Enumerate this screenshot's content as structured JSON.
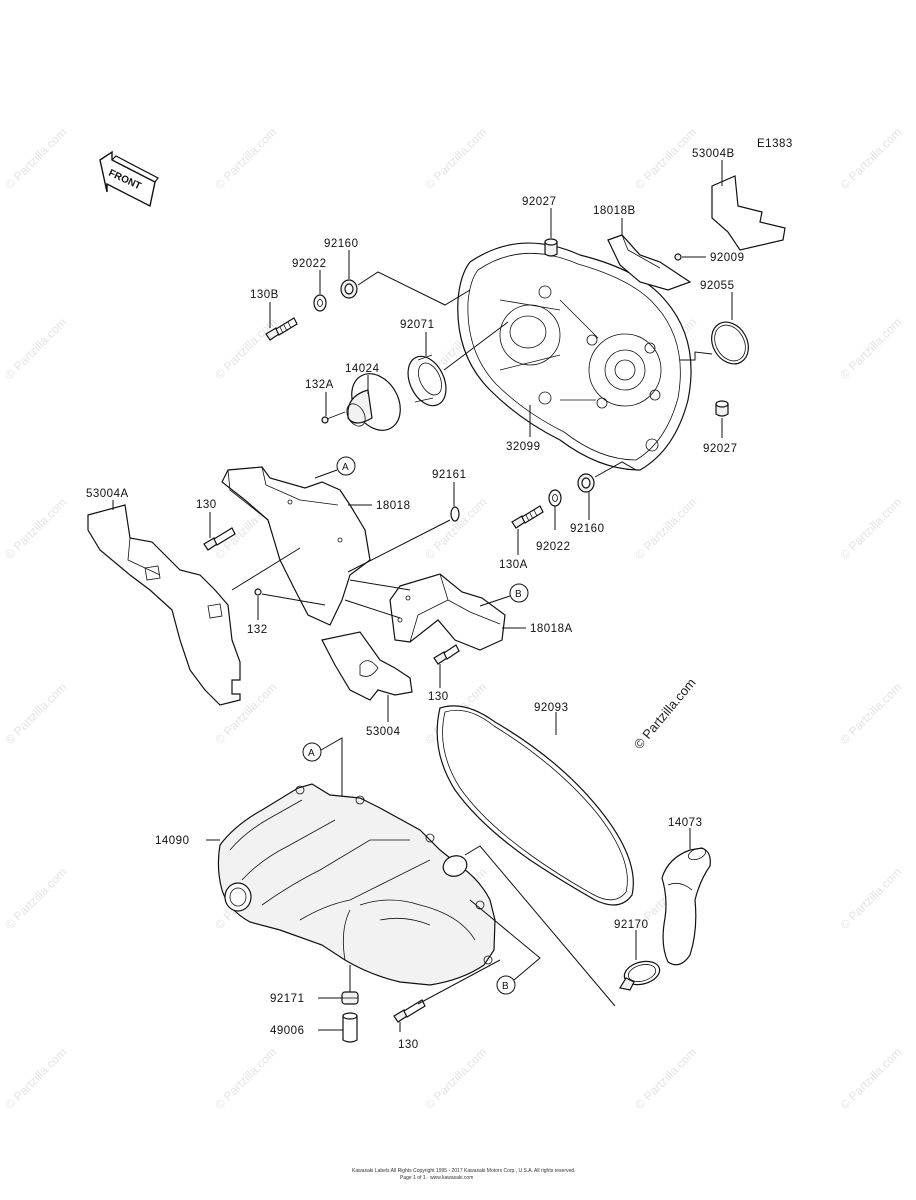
{
  "diagram_code": "E1383",
  "front_label": "FRONT",
  "watermark": "© Partzilla.com",
  "footer_line1": "Kawasaki Labels All Rights Copyright 1995 - 2017 Kawasaki Motors Corp., U.S.A. All rights reserved.",
  "footer_line2": "Page 1 of 1 · www.kawasaki.com",
  "callouts": {
    "a_top": "A",
    "a_bottom": "A",
    "b_top": "B",
    "b_bottom": "B"
  },
  "labels": {
    "p53004B": "53004B",
    "p18018B": "18018B",
    "p92027_top": "92027",
    "p92009": "92009",
    "p92055": "92055",
    "p92160_top": "92160",
    "p92022_top": "92022",
    "p130B": "130B",
    "p92071": "92071",
    "p14024": "14024",
    "p132A": "132A",
    "p32099": "32099",
    "p92027_right": "92027",
    "p92161": "92161",
    "p18018": "18018",
    "p53004A": "53004A",
    "p130_left": "130",
    "p92160_mid": "92160",
    "p92022_mid": "92022",
    "p130A": "130A",
    "p132": "132",
    "p18018A": "18018A",
    "p130_mid": "130",
    "p53004": "53004",
    "p92093": "92093",
    "p14090": "14090",
    "p14073": "14073",
    "p92170": "92170",
    "p92171": "92171",
    "p49006": "49006",
    "p130_bottom": "130"
  }
}
